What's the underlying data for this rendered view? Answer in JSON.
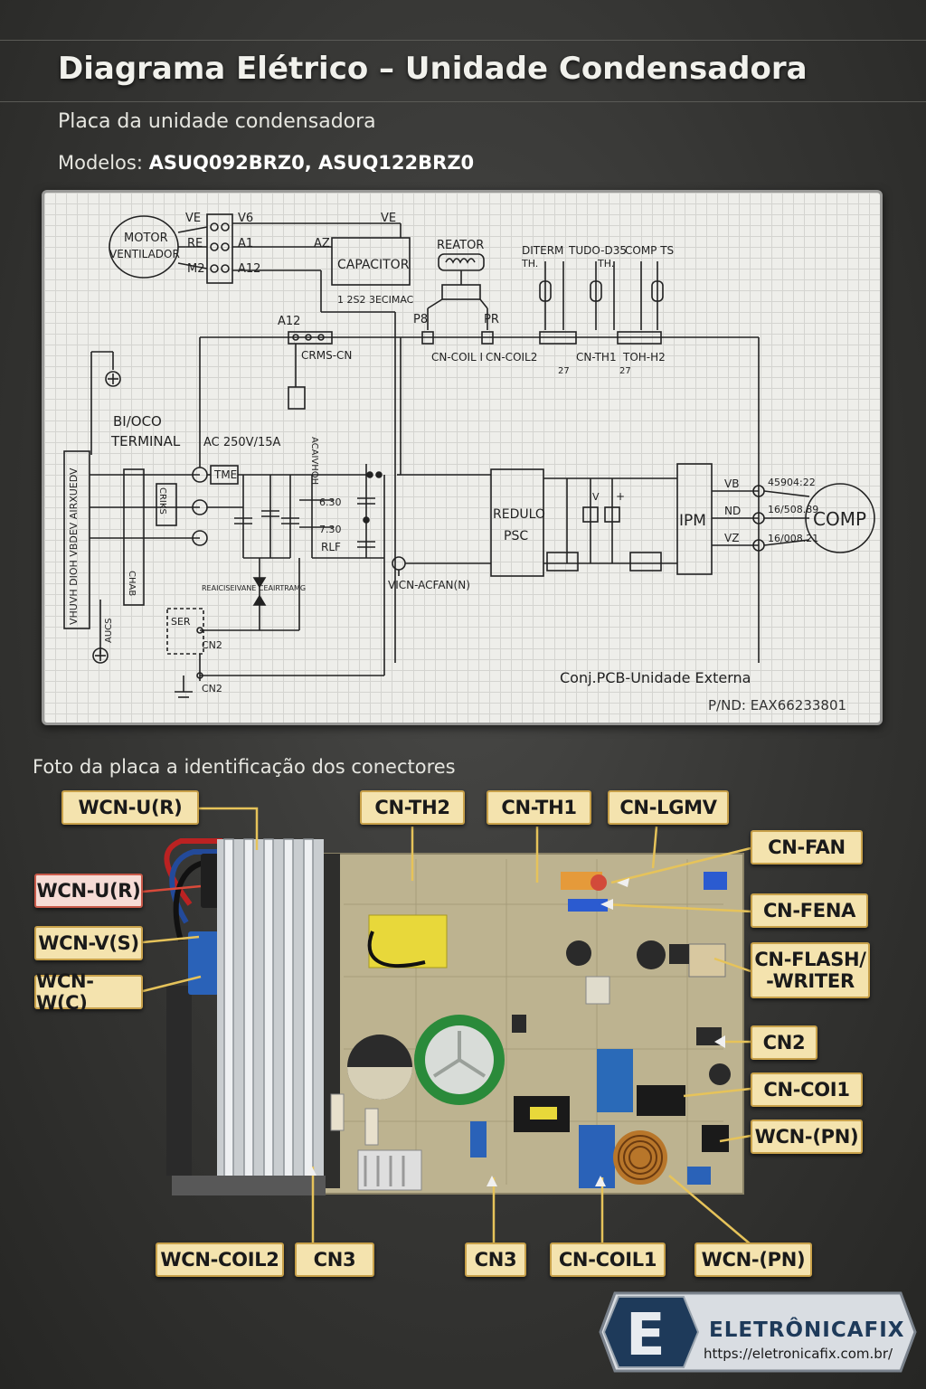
{
  "header": {
    "title": "Diagrama Elétrico – Unidade Condensadora",
    "subtitle": "Placa da unidade condensadora",
    "models_label": "Modelos:",
    "models_value": "ASUQ092BRZ0, ASUQ122BRZ0"
  },
  "schematic": {
    "labels": {
      "motor": "MOTOR",
      "ventilador": "VENTILADOR",
      "ve1": "VE",
      "re": "RE",
      "m2": "M2",
      "v6": "V6",
      "a1": "A1",
      "a12": "A12",
      "az": "AZ",
      "ve2": "VE",
      "capacitor": "CAPACITOR",
      "cap_sub": "1 2S2 3ECIMAC",
      "reator": "REATOR",
      "diterm": "DITERM",
      "diterm_th": "TH.",
      "tubo": "TUDO-D35",
      "tubo_th": "TH.",
      "compts": "COMP TS",
      "a12b": "A12",
      "p8": "P8",
      "pr": "PR",
      "crmscn": "CRMS-CN",
      "cncoil1": "CN-COIL I",
      "cncoil2": "CN-COIL2",
      "cnth1": "CN-TH1",
      "cnth2": "TOH-H2",
      "n27a": "27",
      "n27b": "27",
      "bloco": "BI/OCO",
      "terminal": "TERMINAL",
      "ac": "AC 250V/15A",
      "tme": "TME",
      "v630": "6.30",
      "v730": "7.30",
      "rlf": "RLF",
      "redulo": "REDULO",
      "psc": "PSC",
      "ipm": "IPM",
      "vb": "VB",
      "nd": "ND",
      "vz": "VZ",
      "r1": "45904:22",
      "r2": "16/508.89",
      "r3": "16/008.21",
      "comp": "COMP",
      "vcn": "VICN-ACFAN(N)",
      "ser": "SER",
      "cn2a": "CN2",
      "cn2b": "CN2",
      "aux": "REAICISEIVANE CEAIRTRAMG",
      "aucs": "AUCS",
      "vertical_left": "VHUVH DIOH VBDEV AIRXUEDV",
      "vertical_mid": "ACAIVHOH",
      "conj": "Conj.PCB-Unidade Externa",
      "pnd": "P/ND:  EAX66233801",
      "vplus": "V",
      "plus": "+",
      "sbr": "CRIKS",
      "chab": "CHAB"
    }
  },
  "photo": {
    "caption": "Foto da placa a identificação dos conectores",
    "tags": {
      "wcn_u_r_top": "WCN-U(R)",
      "cn_th2": "CN-TH2",
      "cn_th1": "CN-TH1",
      "cn_lgmv": "CN-LGMV",
      "cn_fan": "CN-FAN",
      "wcn_u_r": "WCN-U(R)",
      "cn_fena": "CN-FENA",
      "wcn_v_s": "WCN-V(S)",
      "cn_flash_1": "CN-FLASH/",
      "cn_flash_2": "-WRITER",
      "wcn_w_c": "WCN-W(C)",
      "cn2": "CN2",
      "cn_coi1": "CN-COI1",
      "wcn_pn_right": "WCN-(PN)",
      "wcn_coil2": "WCN-COIL2",
      "cn3_left": "CN3",
      "cn3_mid": "CN3",
      "cn_coil1": "CN-COIL1",
      "wcn_pn_bottom": "WCN-(PN)"
    }
  },
  "brand": {
    "logo_letter": "E",
    "name": "ELETRÔNICAFIX",
    "url": "https://eletronicafix.com.br/"
  },
  "colors": {
    "background": "#353533",
    "tag_fill": "#f4e3ae",
    "tag_border": "#c8a14a",
    "leader": "#e6c35a",
    "pcb": "#bdb390",
    "heatsink": "#c9cdd0"
  }
}
